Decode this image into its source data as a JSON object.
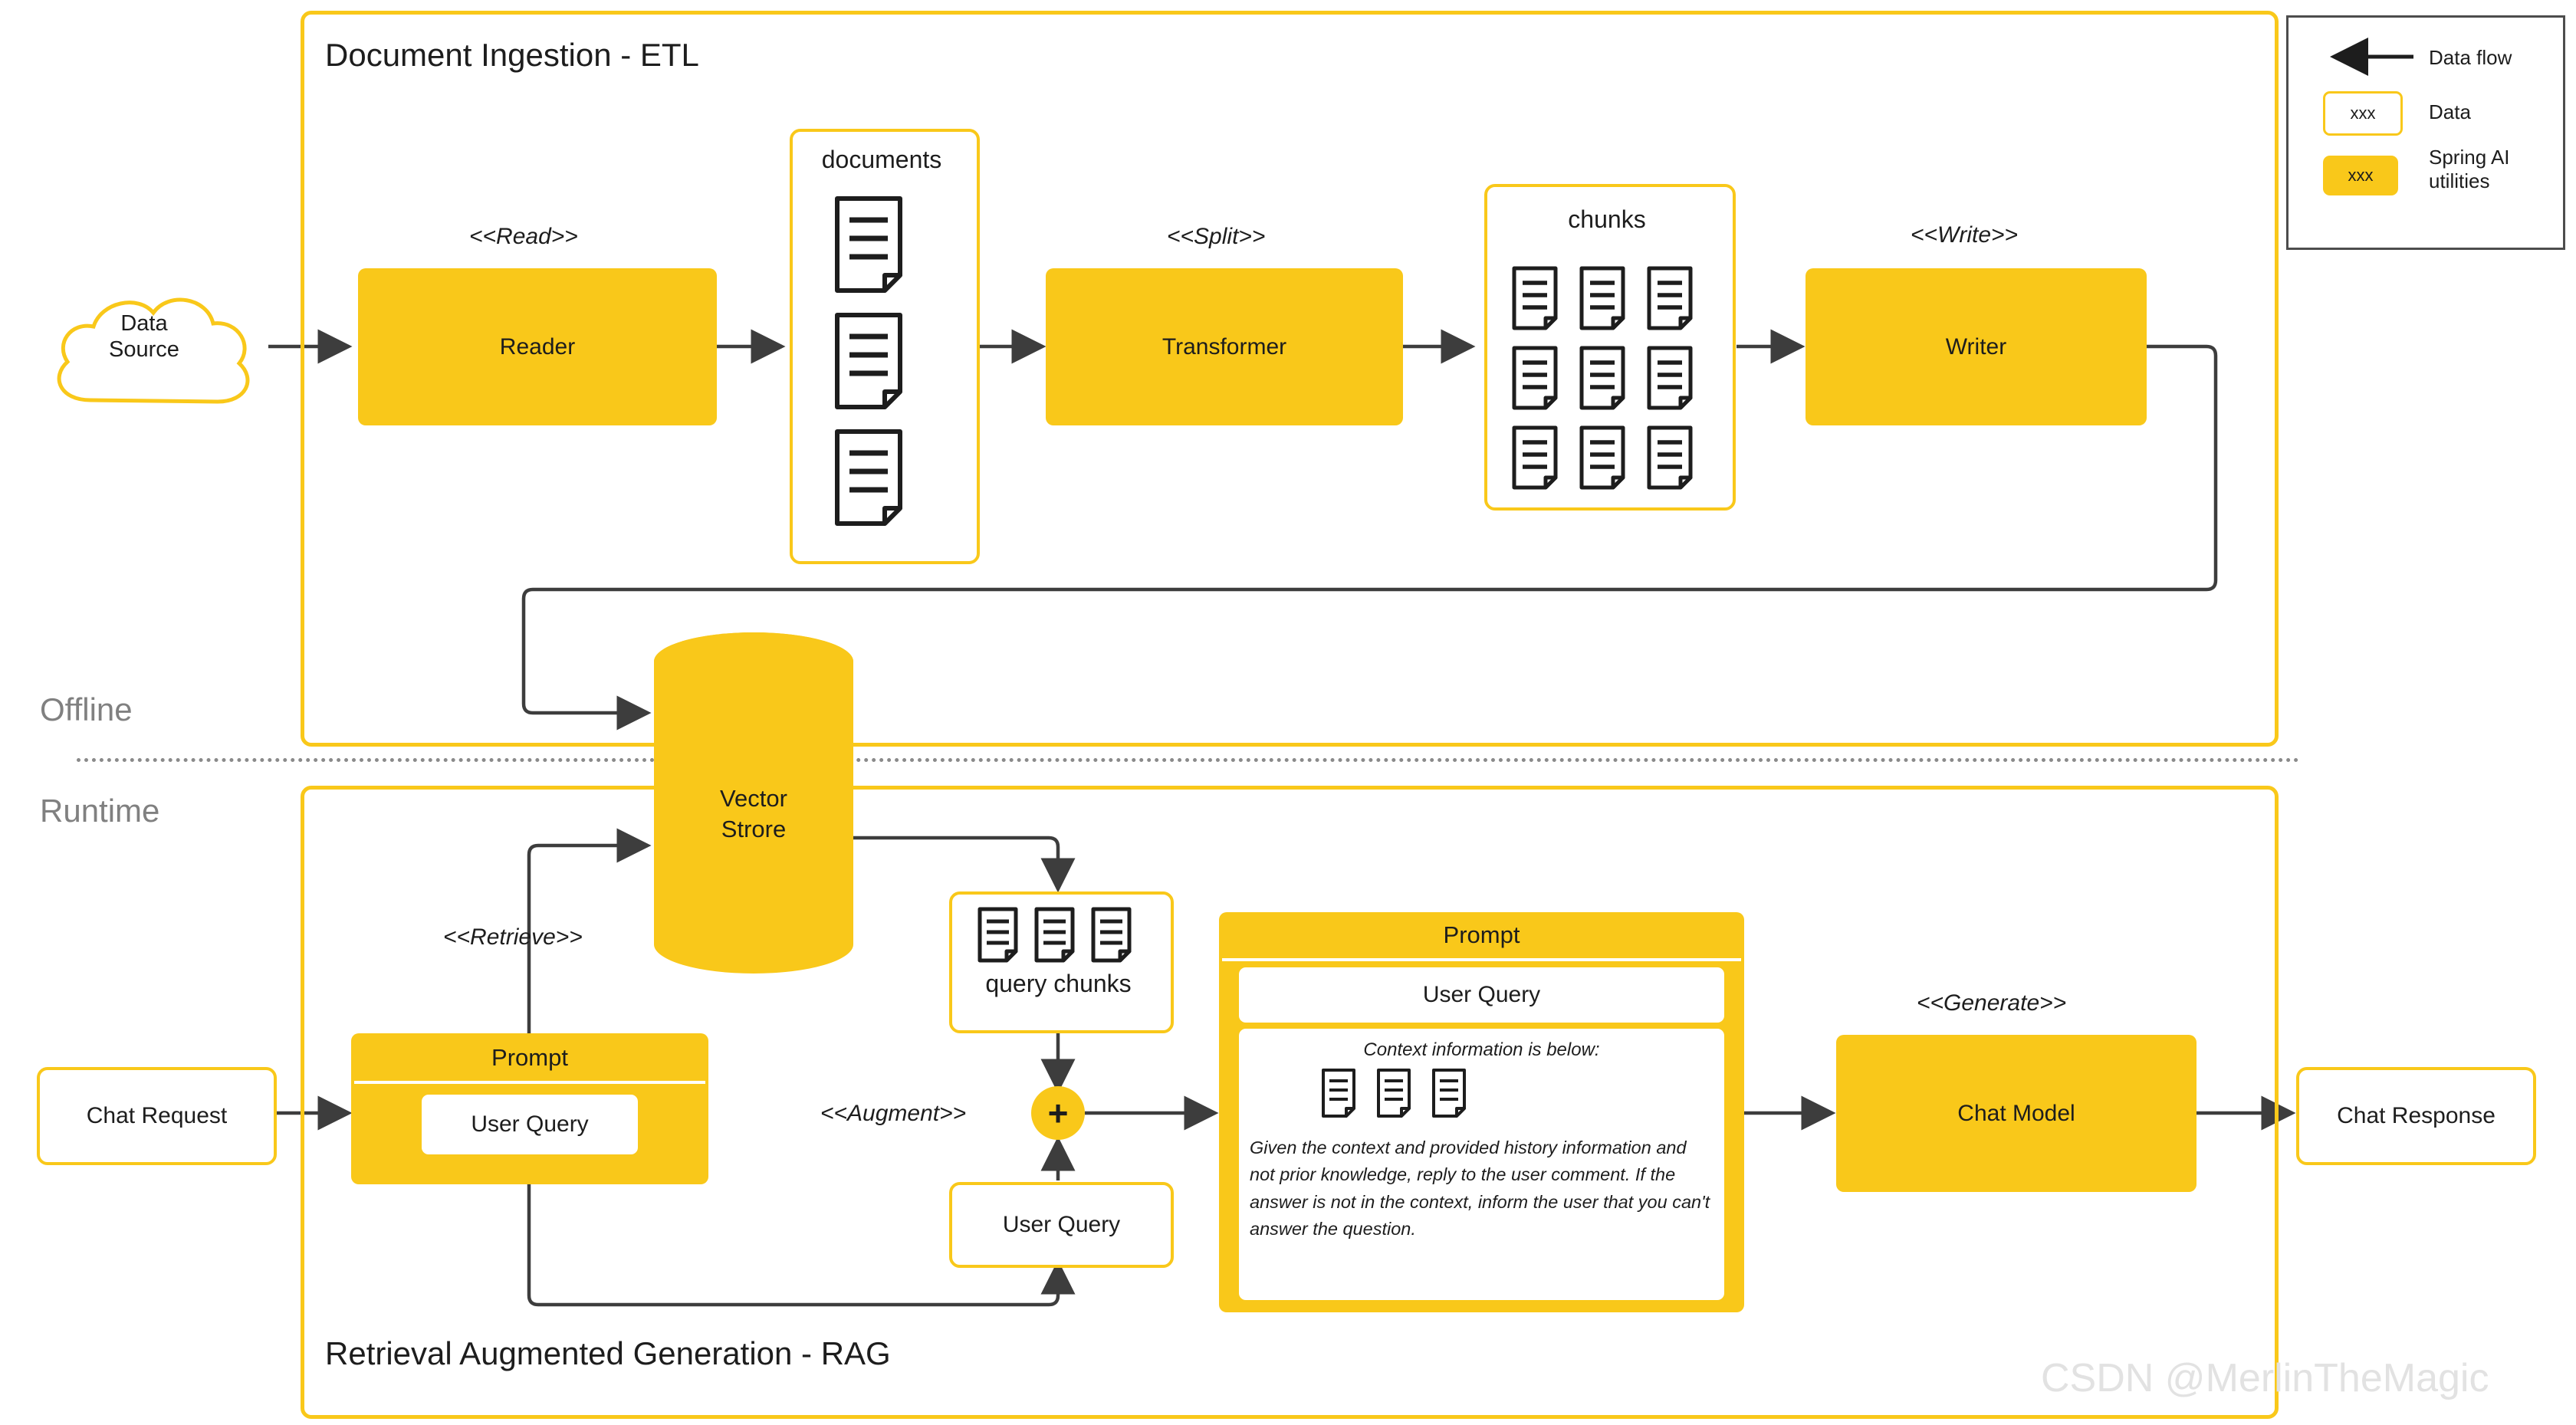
{
  "diagram": {
    "title_offline_region": "Document Ingestion - ETL",
    "title_runtime_region": "Retrieval Augmented Generation - RAG",
    "phase_offline": "Offline",
    "phase_runtime": "Runtime",
    "watermark": "CSDN @MerlinTheMagic"
  },
  "colors": {
    "accent_yellow": "#F9C81A",
    "node_fill": "#F9C81A",
    "arrow": "#3d3d3d",
    "phase_text": "#808080",
    "legend_border": "#4d4d4d",
    "divider": "#8a8a8a"
  },
  "etl": {
    "source_cloud": "Data\nSource",
    "stereotype_read": "<<Read>>",
    "reader": "Reader",
    "documents_title": "documents",
    "documents_count": 3,
    "stereotype_split": "<<Split>>",
    "transformer": "Transformer",
    "chunks_title": "chunks",
    "chunks_count": 9,
    "stereotype_write": "<<Write>>",
    "writer": "Writer"
  },
  "store": {
    "vector_store": "Vector\nStrore"
  },
  "rag": {
    "chat_request": "Chat Request",
    "stereotype_retrieve": "<<Retrieve>>",
    "prompt_left_title": "Prompt",
    "prompt_left_inner": "User Query",
    "query_chunks_title": "query chunks",
    "query_chunks_count": 3,
    "stereotype_augment": "<<Augment>>",
    "plus_symbol": "+",
    "user_query_box": "User Query",
    "prompt_title": "Prompt",
    "prompt_user_query": "User Query",
    "prompt_context_heading": "Context information is below:",
    "prompt_context_docs_count": 3,
    "prompt_instruction": "Given the context and provided history information and not prior knowledge, reply to the user comment. If the answer is not in the context, inform the user that you can't answer the question.",
    "stereotype_generate": "<<Generate>>",
    "chat_model": "Chat Model",
    "chat_response": "Chat Response"
  },
  "legend": {
    "data_flow_label": "Data flow",
    "data_label": "Data",
    "data_swatch_text": "xxx",
    "utilities_label": "Spring AI\nutilities",
    "utilities_swatch_text": "xxx"
  }
}
